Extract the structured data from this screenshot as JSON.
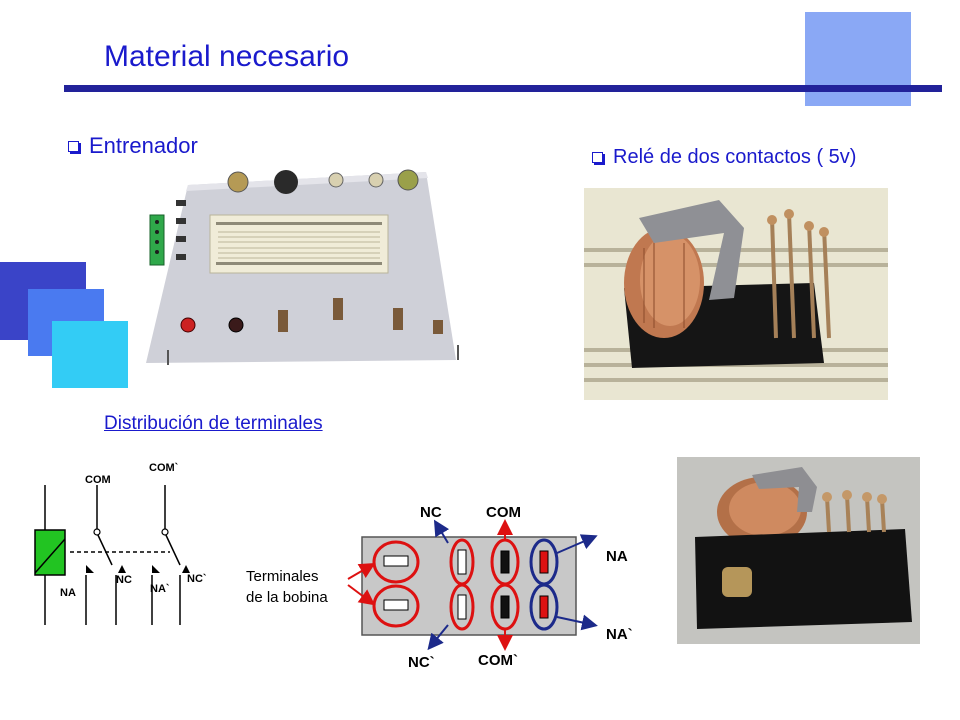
{
  "slide": {
    "title": "Material necesario",
    "bullet_trainer": "Entrenador",
    "bullet_relay": "Relé de dos contactos ( 5v)",
    "terminal_heading": "Distribución de terminales"
  },
  "schematic": {
    "com": "COM",
    "com_prime": "COM`",
    "na": "NA",
    "nc": "NC",
    "na_prime": "NA`",
    "nc_prime": "NC`"
  },
  "pinout": {
    "nc": "NC",
    "com": "COM",
    "na": "NA",
    "na_prime": "NA`",
    "nc_prime": "NC`",
    "com_prime": "COM`",
    "coil_label_line1": "Terminales",
    "coil_label_line2": "de la bobina"
  },
  "colors": {
    "title": "#1a1acc",
    "rule": "#22229a",
    "deco_dark": "#3a44c8",
    "deco_mid": "#4a7af0",
    "deco_light": "#33ccf5",
    "top_square": "#8aa8f5",
    "ring_red": "#dd1111",
    "ring_navy": "#1c2a8a",
    "coil_green": "#22c422",
    "pin_red": "#dd1111"
  }
}
